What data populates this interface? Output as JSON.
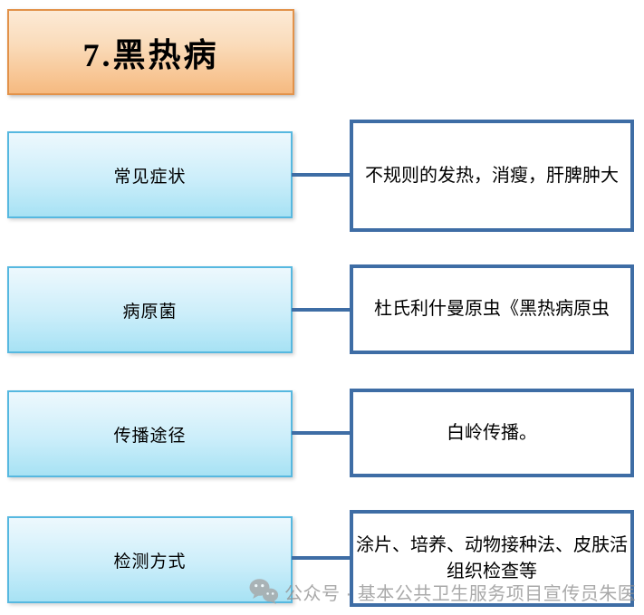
{
  "title": {
    "text": "7.黑热病"
  },
  "rows": [
    {
      "id": "symptoms",
      "label": "常见症状",
      "desc_lines": [
        "不规则的发热，消瘦，肝脾肿大"
      ]
    },
    {
      "id": "pathogen",
      "label": "病原菌",
      "desc_lines": [
        "杜氏利什曼原虫《黑热病原虫"
      ]
    },
    {
      "id": "transmission",
      "label": "传播途径",
      "desc_lines": [
        "白岭传播。"
      ]
    },
    {
      "id": "detection",
      "label": "检测方式",
      "desc_lines": [
        "涂片、培养、动物接种法、皮肤活",
        "组织检查等"
      ]
    }
  ],
  "watermark": {
    "icon": "wechat-icon",
    "text": "公众号 · 基本公共卫生服务项目宣传员朱医"
  },
  "colors": {
    "title_fill_top": "#fcead6",
    "title_fill_bottom": "#f6ba80",
    "title_border": "#e2924a",
    "label_fill_top": "#edf8fd",
    "label_fill_bottom": "#a7e2f4",
    "label_border": "#56b8e0",
    "desc_border": "#3e6da5",
    "connector": "#3e6da5",
    "watermark_gray": "#949494"
  }
}
